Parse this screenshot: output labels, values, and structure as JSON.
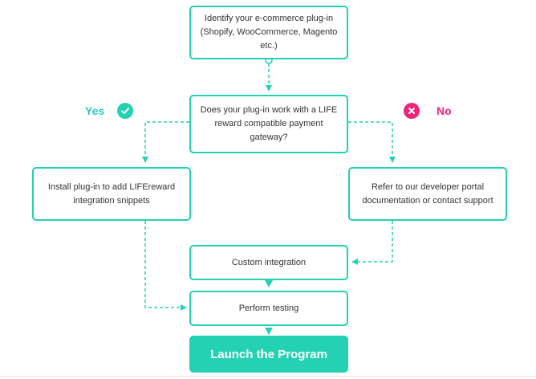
{
  "nodes": {
    "identify": "Identify your e-commerce plug-in (Shopify, WooCommerce, Magento etc.)",
    "question": "Does your plug-in work with a LIFE reward compatible payment gateway?",
    "install": "Install plug-in to add LIFEreward integration snippets",
    "refer": "Refer to our developer portal documentation or contact support",
    "custom": "Custom integration",
    "testing": "Perform testing",
    "launch": "Launch the Program"
  },
  "branches": {
    "yes": "Yes",
    "no": "No"
  },
  "colors": {
    "teal": "#24d1b3",
    "pink": "#f0247a",
    "text": "#333333"
  },
  "icons": {
    "yes": "check-circle-icon",
    "no": "x-circle-icon"
  }
}
